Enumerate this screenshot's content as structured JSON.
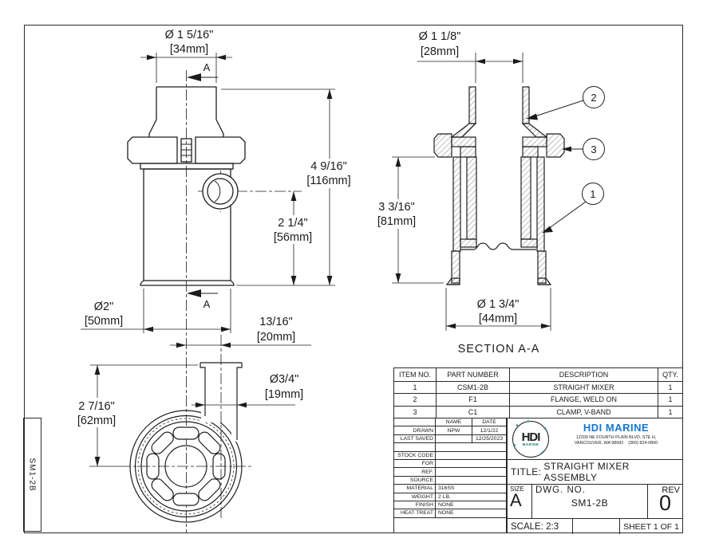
{
  "sheet": {
    "edge_label": "SM1-2B",
    "section_label": "SECTION A-A"
  },
  "front_view": {
    "section_arrow_label": "A",
    "dim_top_dia": {
      "in": "Ø 1 5/16\"",
      "mm": "[34mm]"
    },
    "dim_height": {
      "in": "4 9/16\"",
      "mm": "[116mm]"
    },
    "dim_port": {
      "in": "2 1/4\"",
      "mm": "[56mm]"
    },
    "dim_body_dia": {
      "in": "Ø2\"",
      "mm": "[50mm]"
    },
    "dim_offset": {
      "in": "13/16\"",
      "mm": "[20mm]"
    }
  },
  "bottom_view": {
    "dim_center": {
      "in": "2 7/16\"",
      "mm": "[62mm]"
    },
    "dim_port_dia": {
      "in": "Ø3/4\"",
      "mm": "[19mm]"
    }
  },
  "section_view": {
    "dim_inner_dia": {
      "in": "Ø 1 1/8\"",
      "mm": "[28mm]"
    },
    "dim_depth": {
      "in": "3 3/16\"",
      "mm": "[81mm]"
    },
    "dim_bottom_dia": {
      "in": "Ø 1 3/4\"",
      "mm": "[44mm]"
    },
    "balloons": {
      "mixer": "1",
      "flange": "2",
      "clamp": "3"
    }
  },
  "bom": {
    "headers": [
      "ITEM NO.",
      "PART NUMBER",
      "DESCRIPTION",
      "QTY."
    ],
    "rows": [
      [
        "1",
        "CSM1-2B",
        "STRAIGHT MIXER",
        "1"
      ],
      [
        "2",
        "F1",
        "FLANGE, WELD ON",
        "1"
      ],
      [
        "3",
        "C1",
        "CLAMP, V-BAND",
        "1"
      ]
    ]
  },
  "title_block": {
    "name_header": "NAME",
    "date_header": "DATE",
    "drawn_label": "DRAWN",
    "drawn_name": "NPW",
    "drawn_date": "12/1/22",
    "saved_label": "LAST SAVED",
    "saved_name": "",
    "saved_date": "12/25/2023",
    "fields": [
      {
        "label": "STOCK CODE",
        "value": ""
      },
      {
        "label": "FOR",
        "value": ""
      },
      {
        "label": "REF.",
        "value": ""
      },
      {
        "label": "SOURCE",
        "value": ""
      },
      {
        "label": "MATERIAL",
        "value": "316SS"
      },
      {
        "label": "WEIGHT",
        "value": "2 LB."
      },
      {
        "label": "FINISH",
        "value": "NONE"
      },
      {
        "label": "HEAT TREAT",
        "value": "NONE"
      }
    ],
    "company": {
      "logo_text": "HDI",
      "logo_sub": "MARINE",
      "name": "HDI MARINE",
      "address_line1": "12209 NE FOURTH PLAIN BLVD, STE H,",
      "address_line2": "VANCOUVER, WA 98682",
      "phone": "(360) 824-0800"
    },
    "title_label": "TITLE:",
    "title": "STRAIGHT MIXER ASSEMBLY",
    "size_label": "SIZE",
    "size": "A",
    "dwg_label": "DWG.  NO.",
    "dwg_no": "SM1-2B",
    "rev_label": "REV",
    "rev": "0",
    "scale": "SCALE: 2:3",
    "sheet": "SHEET 1 OF 1"
  },
  "colors": {
    "line": "#1f1f1f",
    "brand_blue": "#1577d2",
    "logo_teal": "#2e9b9b"
  }
}
